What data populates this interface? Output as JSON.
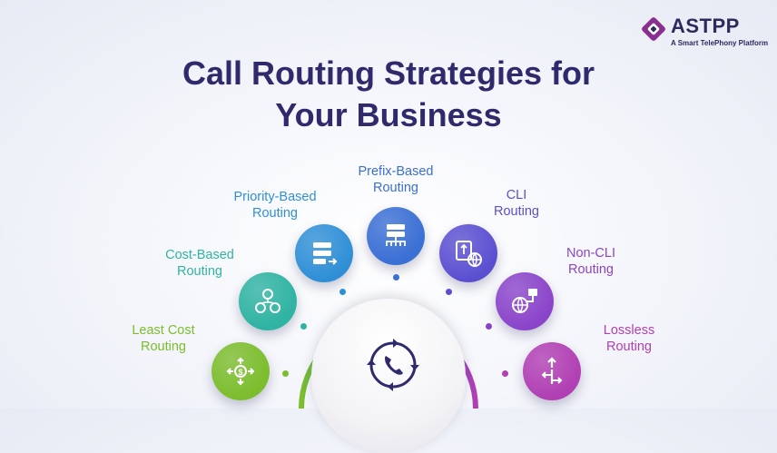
{
  "brand": {
    "name": "ASTPP",
    "tagline": "A Smart TelePhony Platform",
    "colors": {
      "purple": "#8a2e8f",
      "navy": "#2b2b5e"
    }
  },
  "heading": {
    "line1": "Call Routing Strategies for",
    "line2": "Your Business",
    "color": "#2f2a6b"
  },
  "strategies": [
    {
      "label_line1": "Least Cost",
      "label_line2": "Routing",
      "icon": "arrows-dollar-icon",
      "color": "#7cbd2d"
    },
    {
      "label_line1": "Cost-Based",
      "label_line2": "Routing",
      "icon": "dollar-coins-icon",
      "color": "#2fb3a2"
    },
    {
      "label_line1": "Priority-Based",
      "label_line2": "Routing",
      "icon": "server-stack-icon",
      "color": "#2f8fd6"
    },
    {
      "label_line1": "Prefix-Based",
      "label_line2": "Routing",
      "icon": "network-hub-icon",
      "color": "#3a6fd4"
    },
    {
      "label_line1": "CLI",
      "label_line2": "Routing",
      "icon": "phone-globe-icon",
      "color": "#5b4fd1"
    },
    {
      "label_line1": "Non-CLI",
      "label_line2": "Routing",
      "icon": "globe-flow-icon",
      "color": "#8a44c9"
    },
    {
      "label_line1": "Lossless",
      "label_line2": "Routing",
      "icon": "split-arrows-icon",
      "color": "#b13fb3"
    }
  ],
  "center": {
    "icon": "phone-cycle-icon"
  }
}
